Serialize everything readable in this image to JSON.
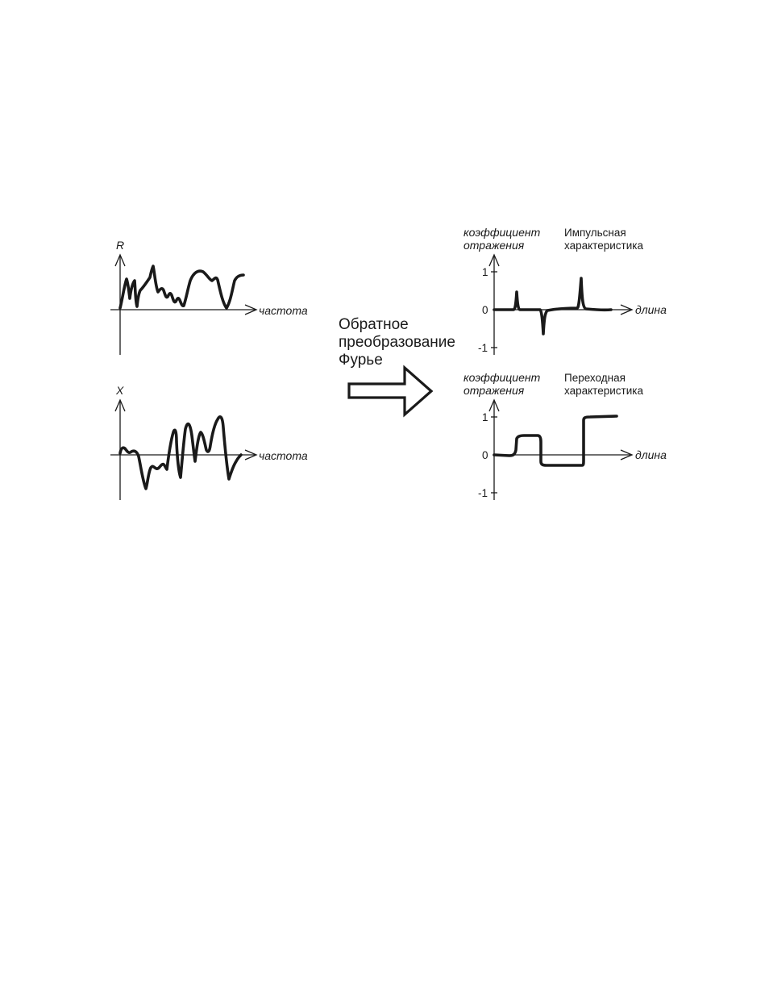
{
  "left_top_plot": {
    "y_label": "R",
    "x_label": "частота"
  },
  "left_bottom_plot": {
    "y_label": "X",
    "x_label": "частота"
  },
  "transform": {
    "line1": "Обратное",
    "line2": "преобразование",
    "line3": "Фурье"
  },
  "right_top_plot": {
    "y_label_line1": "коэффициент",
    "y_label_line2": "отражения",
    "title_line1": "Импульсная",
    "title_line2": "характеристика",
    "x_label": "длина",
    "ticks": [
      "1",
      "0",
      "-1"
    ]
  },
  "right_bottom_plot": {
    "y_label_line1": "коэффициент",
    "y_label_line2": "отражения",
    "title_line1": "Переходная",
    "title_line2": "характеристика",
    "x_label": "длина",
    "ticks": [
      "1",
      "0",
      "-1"
    ]
  }
}
